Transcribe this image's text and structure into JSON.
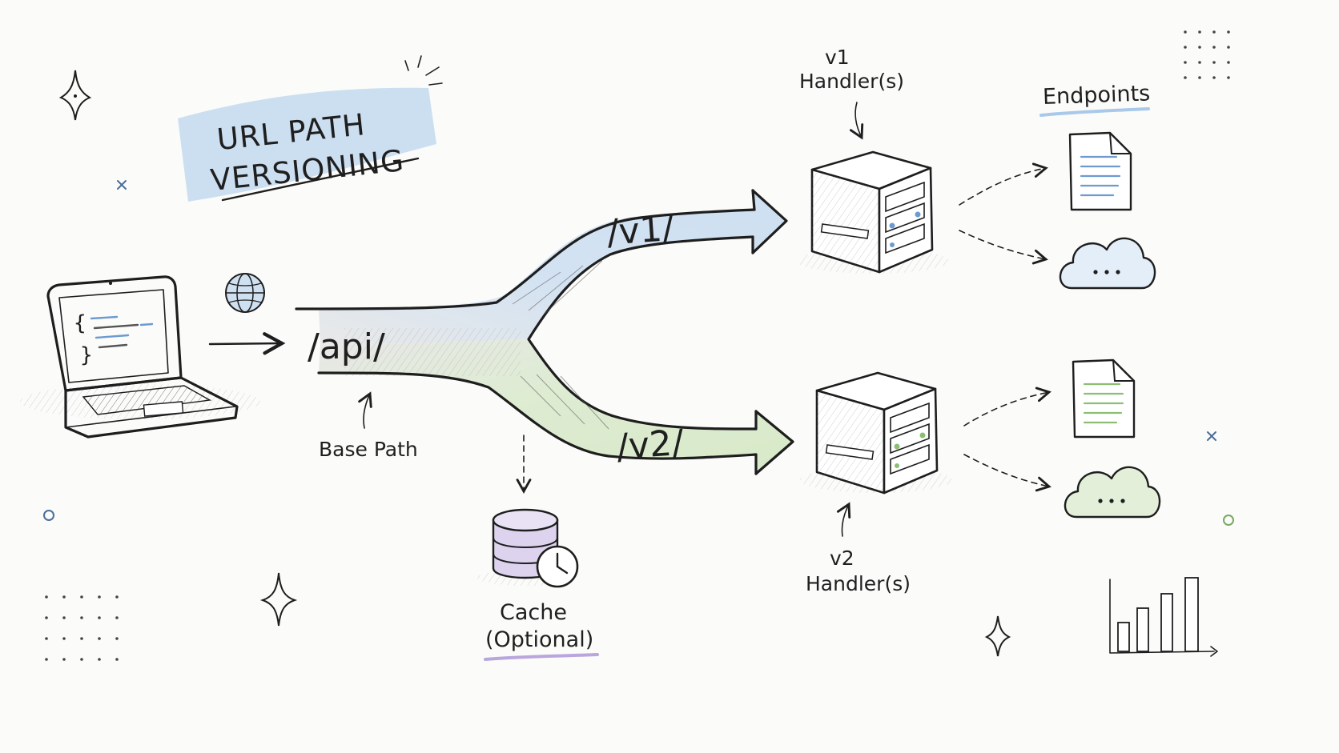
{
  "title": {
    "line1": "URL PATH",
    "line2": "VERSIONING"
  },
  "paths": {
    "base": "/api/",
    "v1": "/v1/",
    "v2": "/v2/"
  },
  "labels": {
    "base_path": "Base Path",
    "v1_handlers": {
      "line1": "v1",
      "line2": "Handler(s)"
    },
    "v2_handlers": {
      "line1": "v2",
      "line2": "Handler(s)"
    },
    "endpoints": "Endpoints",
    "cache": {
      "line1": "Cache",
      "line2": "(Optional)"
    }
  },
  "colors": {
    "ink": "#1e1e1e",
    "v1_blue": "#cfe0f1",
    "v2_green": "#dcebcf",
    "cache_purple": "#ddd3ee",
    "title_highlight": "#bcd6ee",
    "endpoints_underline": "#a9c9ea",
    "cache_underline": "#b9a6dd",
    "doc_lines_blue": "#6d9bd0",
    "doc_lines_green": "#8cbf74"
  },
  "icons": [
    "laptop-icon",
    "globe-icon",
    "server-v1-icon",
    "server-v2-icon",
    "document-icon",
    "cloud-icon",
    "database-icon",
    "clock-icon",
    "bar-chart-icon",
    "sparkle-icon"
  ]
}
